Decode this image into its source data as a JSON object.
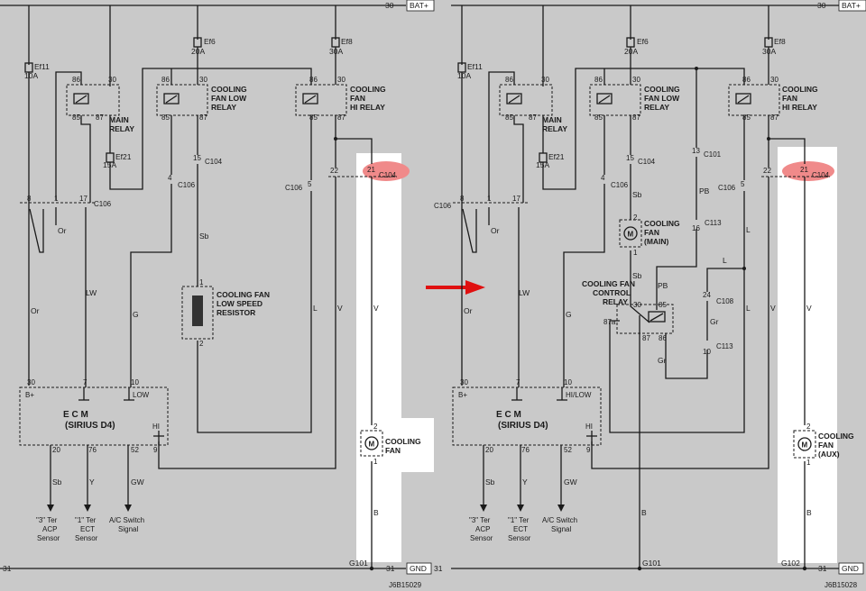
{
  "rails": {
    "top_left": "30",
    "top_right": "30",
    "bat": "BAT+",
    "bottom_left": "31",
    "bottom_right": "31",
    "gnd": "GND"
  },
  "left": {
    "fuses": {
      "ef6_name": "Ef6",
      "ef6_val": "20A",
      "ef8_name": "Ef8",
      "ef8_val": "30A",
      "ef11_name": "Ef11",
      "ef11_val": "10A",
      "ef21_name": "Ef21",
      "ef21_val": "15A"
    },
    "relays": {
      "main": {
        "p86": "86",
        "p30": "30",
        "p85": "85",
        "p87": "87",
        "label1": "MAIN",
        "label2": "RELAY"
      },
      "low": {
        "p86": "86",
        "p30": "30",
        "p85": "85",
        "p87": "87",
        "label1": "COOLING",
        "label2": "FAN LOW",
        "label3": "RELAY"
      },
      "hi": {
        "p86": "86",
        "p30": "30",
        "p85": "85",
        "p87": "87",
        "label1": "COOLING",
        "label2": "FAN",
        "label3": "HI RELAY"
      }
    },
    "connectors": {
      "c106": "C106",
      "c106b": "C106",
      "c106c": "C106",
      "c104a": "C104",
      "c104b": "C104",
      "pin8": "8",
      "pin1": "1",
      "pin17": "17",
      "pin4": "4",
      "pin15": "15",
      "pin5": "5",
      "pin22": "22",
      "pin21": "21"
    },
    "wires": {
      "or1": "Or",
      "or2": "Or",
      "lw": "LW",
      "g": "G",
      "sb": "Sb",
      "l": "L",
      "v1": "V",
      "v2": "V",
      "b": "B",
      "sb2": "Sb",
      "y": "Y",
      "gw": "GW"
    },
    "resistor": {
      "l1": "COOLING FAN",
      "l2": "LOW SPEED",
      "l3": "RESISTOR",
      "p1": "1",
      "p2": "2"
    },
    "ecm": {
      "title": "E C M",
      "model": "(SIRIUS D4)",
      "bplus": "B+",
      "low": "LOW",
      "hi": "HI",
      "p30": "30",
      "p7": "7",
      "p10": "10",
      "p20": "20",
      "p76": "76",
      "p52": "52",
      "p9": "9"
    },
    "fan": {
      "l1": "COOLING",
      "l2": "FAN",
      "p2": "2",
      "p1": "1"
    },
    "sensors": {
      "acp1": "\"3\" Ter",
      "acp2": "ACP",
      "acp3": "Sensor",
      "ect1": "\"1\" Ter",
      "ect2": "ECT",
      "ect3": "Sensor",
      "ac1": "A/C Switch",
      "ac2": "Signal"
    },
    "ground": "G101",
    "code": "J6B15029"
  },
  "right": {
    "fuses": {
      "ef6_name": "Ef6",
      "ef6_val": "20A",
      "ef8_name": "Ef8",
      "ef8_val": "30A",
      "ef11_name": "Ef11",
      "ef11_val": "10A",
      "ef21_name": "Ef21",
      "ef21_val": "15A"
    },
    "relays": {
      "main": {
        "p86": "86",
        "p30": "30",
        "p85": "85",
        "p87": "87",
        "label1": "MAIN",
        "label2": "RELAY"
      },
      "low": {
        "p86": "86",
        "p30": "30",
        "p85": "85",
        "p87": "87",
        "label1": "COOLING",
        "label2": "FAN LOW",
        "label3": "RELAY"
      },
      "hi": {
        "p86": "86",
        "p30": "30",
        "p85": "85",
        "p87": "87",
        "label1": "COOLING",
        "label2": "FAN",
        "label3": "HI RELAY"
      },
      "ctrl": {
        "label1": "COOLING FAN",
        "label2": "CONTROL",
        "label3": "RELAY",
        "p30": "30",
        "p85": "85",
        "p87a": "87a",
        "p87": "87",
        "p86": "86"
      }
    },
    "connectors": {
      "c106a": "C106",
      "c106b": "C106",
      "c106c": "C106",
      "c104a": "C104",
      "c104b": "C104",
      "c101": "C101",
      "c113a": "C113",
      "c113b": "C113",
      "c108": "C108",
      "pin8": "8",
      "pin1": "1",
      "pin17": "17",
      "pin4": "4",
      "pin15": "15",
      "pin13": "13",
      "pin16": "16",
      "pin24": "24",
      "pin10": "10",
      "pin5": "5",
      "pin22": "22",
      "pin21": "21"
    },
    "wires": {
      "or1": "Or",
      "or2": "Or",
      "lw": "LW",
      "g": "G",
      "sb": "Sb",
      "sb2": "Sb",
      "pb1": "PB",
      "pb2": "PB",
      "l1": "L",
      "l2": "L",
      "l3": "L",
      "gr1": "Gr",
      "gr2": "Gr",
      "v1": "V",
      "v2": "V",
      "b1": "B",
      "b2": "B",
      "sb3": "Sb",
      "y": "Y",
      "gw": "GW"
    },
    "fan_main": {
      "l1": "COOLING",
      "l2": "FAN",
      "l3": "(MAIN)",
      "p2": "2",
      "p1": "1"
    },
    "fan_aux": {
      "l1": "COOLING",
      "l2": "FAN",
      "l3": "(AUX)",
      "p2": "2",
      "p1": "1"
    },
    "ecm": {
      "title": "E C M",
      "model": "(SIRIUS D4)",
      "bplus": "B+",
      "hilow": "HI/LOW",
      "hi": "HI",
      "p30": "30",
      "p7": "7",
      "p10": "10",
      "p20": "20",
      "p76": "76",
      "p52": "52",
      "p9": "9"
    },
    "sensors": {
      "acp1": "\"3\" Ter",
      "acp2": "ACP",
      "acp3": "Sensor",
      "ect1": "\"1\" Ter",
      "ect2": "ECT",
      "ect3": "Sensor",
      "ac1": "A/C Switch",
      "ac2": "Signal"
    },
    "ground1": "G101",
    "ground2": "G102",
    "code": "J6B15028"
  },
  "colors": {
    "highlight": "#f08a8a",
    "arrow": "#e01010",
    "white_box": "#ffffff"
  }
}
